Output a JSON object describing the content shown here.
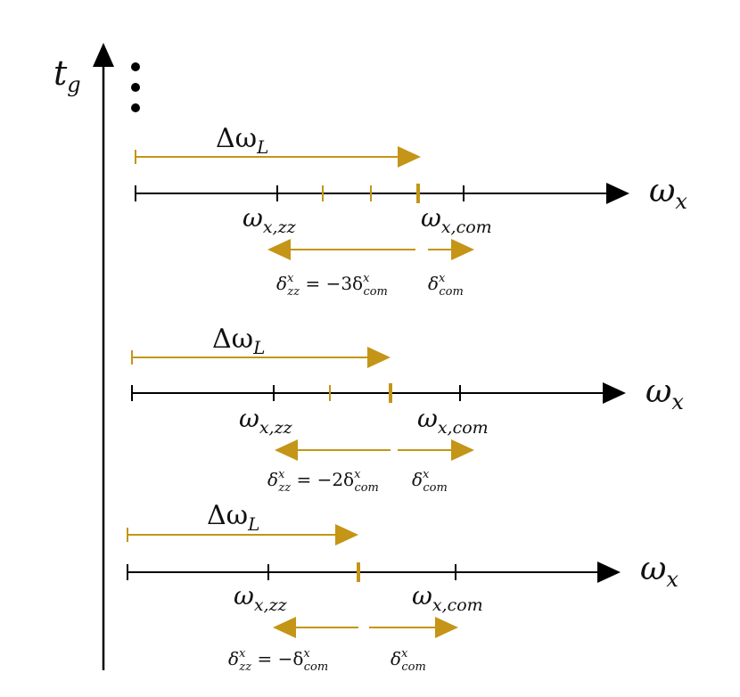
{
  "colors": {
    "axis": "#000000",
    "gold": "#c49516"
  },
  "icons": {
    "vertical_dots": "ellipsis-vertical-icon",
    "arrowhead": "triangle-arrowhead-icon"
  },
  "time_axis": {
    "label_main": "t",
    "label_sub": "g"
  },
  "panels": [
    {
      "id": "top",
      "delta_L": {
        "main": "Δω",
        "sub": "L"
      },
      "axis_label": {
        "main": "ω",
        "sub": "x"
      },
      "wzz_label": {
        "main": "ω",
        "sub": "x,zz"
      },
      "wcom_label": {
        "main": "ω",
        "sub": "x,com"
      },
      "delta_zz_label": {
        "pre": "δ",
        "sup": "x",
        "sub": "zz",
        "mid": " = −3δ",
        "sup2": "x",
        "sub2": "com"
      },
      "delta_com_label": {
        "pre": "δ",
        "sup": "x",
        "sub": "com"
      },
      "minor_ticks": 2
    },
    {
      "id": "middle",
      "delta_L": {
        "main": "Δω",
        "sub": "L"
      },
      "axis_label": {
        "main": "ω",
        "sub": "x"
      },
      "wzz_label": {
        "main": "ω",
        "sub": "x,zz"
      },
      "wcom_label": {
        "main": "ω",
        "sub": "x,com"
      },
      "delta_zz_label": {
        "pre": "δ",
        "sup": "x",
        "sub": "zz",
        "mid": " = −2δ",
        "sup2": "x",
        "sub2": "com"
      },
      "delta_com_label": {
        "pre": "δ",
        "sup": "x",
        "sub": "com"
      },
      "minor_ticks": 1
    },
    {
      "id": "bottom",
      "delta_L": {
        "main": "Δω",
        "sub": "L"
      },
      "axis_label": {
        "main": "ω",
        "sub": "x"
      },
      "wzz_label": {
        "main": "ω",
        "sub": "x,zz"
      },
      "wcom_label": {
        "main": "ω",
        "sub": "x,com"
      },
      "delta_zz_label": {
        "pre": "δ",
        "sup": "x",
        "sub": "zz",
        "mid": " = −δ",
        "sup2": "x",
        "sub2": "com"
      },
      "delta_com_label": {
        "pre": "δ",
        "sup": "x",
        "sub": "com"
      },
      "minor_ticks": 0
    }
  ]
}
